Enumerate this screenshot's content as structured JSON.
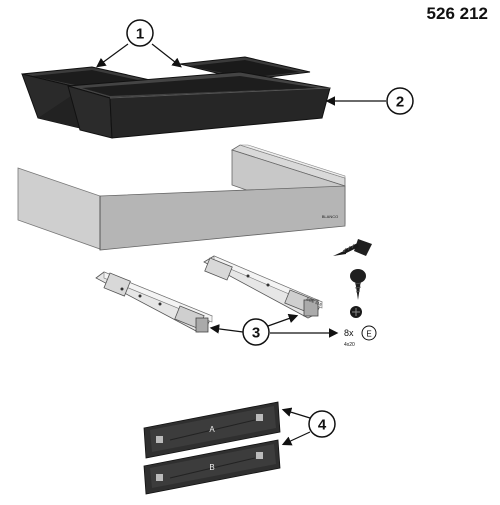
{
  "product_number": "526 212",
  "callouts": {
    "one": "1",
    "two": "2",
    "three": "3",
    "four": "4"
  },
  "screws": {
    "quantity": "8x",
    "size": "4x20",
    "type_marker": "E"
  },
  "mounting_plates": {
    "upper_label": "A",
    "lower_label": "B"
  },
  "brand_mark": "BLANCO",
  "runner_marking": "EGE 516"
}
